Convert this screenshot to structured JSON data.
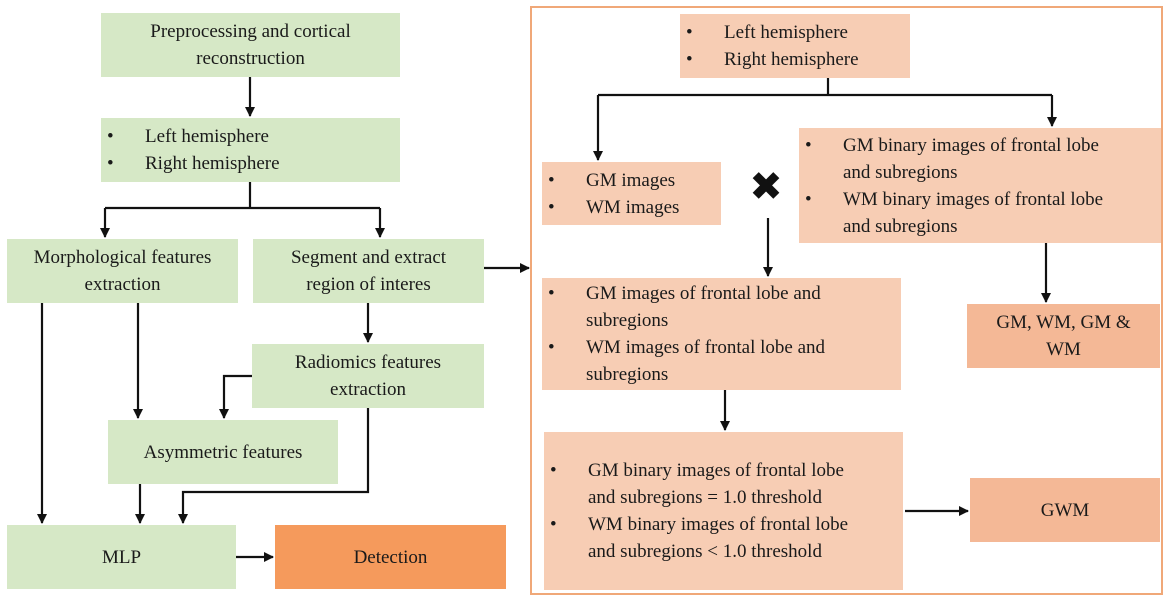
{
  "nodes": {
    "preprocessing": "Preprocessing and cortical reconstruction",
    "hemispheres_left": [
      "Left hemisphere",
      "Right hemisphere"
    ],
    "morphological": "Morphological features extraction",
    "segment": "Segment and extract region of interes",
    "radiomics": "Radiomics features extraction",
    "asymmetric": "Asymmetric features",
    "mlp": "MLP",
    "detection": "Detection",
    "hemispheres_right": [
      "Left hemisphere",
      "Right hemisphere"
    ],
    "gm_wm_images": [
      "GM images",
      "WM images"
    ],
    "binary_images": [
      "GM  binary images of frontal lobe and subregions",
      "WM binary images of frontal lobe and subregions"
    ],
    "frontal_images": [
      "GM  images of frontal lobe and subregions",
      "WM images of frontal lobe and subregions"
    ],
    "gm_wm_combo": "GM, WM, GM & WM",
    "threshold_images": [
      "GM binary images of frontal lobe and subregions = 1.0 threshold",
      "WM binary images of frontal lobe and subregions < 1.0 threshold"
    ],
    "gwm": "GWM"
  },
  "icons": {
    "multiply": "multiply-cross-icon"
  },
  "colors": {
    "green_box": "#d6e8c6",
    "peach_box": "#f7cdb4",
    "detection_box": "#f59a5c",
    "result_box": "#f4b896",
    "frame_border": "#f0a878",
    "arrow": "#111111"
  }
}
